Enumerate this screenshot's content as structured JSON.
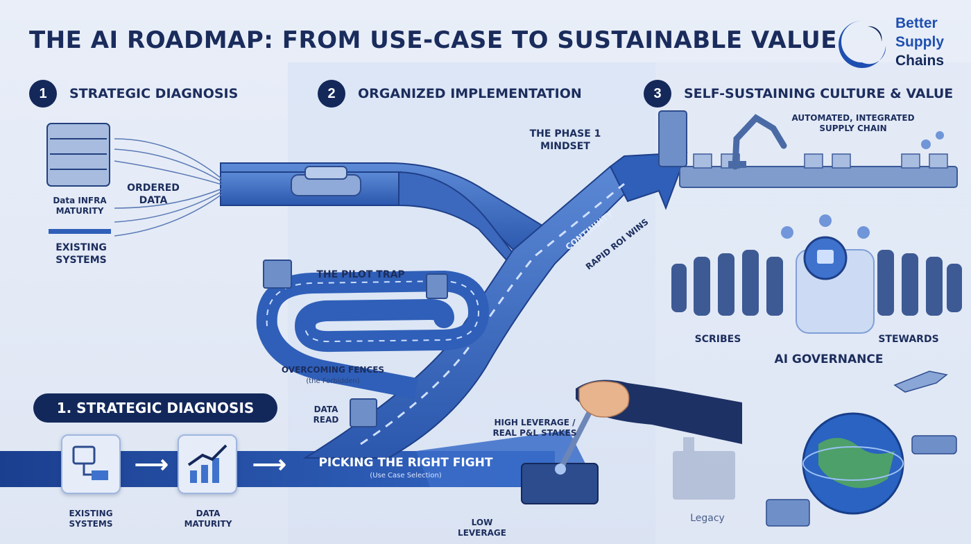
{
  "title": "THE AI ROADMAP: FROM USE-CASE TO SUSTAINABLE VALUE",
  "brand": {
    "line1": "Better",
    "line2": "Supply",
    "line3": "Chains"
  },
  "phases": [
    {
      "number": "1",
      "label": "STRATEGIC DIAGNOSIS"
    },
    {
      "number": "2",
      "label": "ORGANIZED IMPLEMENTATION"
    },
    {
      "number": "3",
      "label": "SELF-SUSTAINING CULTURE & VALUE"
    }
  ],
  "diagnosis": {
    "data_infra": "Data INFRA MATURITY",
    "ordered_data": "ORDERED DATA",
    "existing_systems": "EXISTING SYSTEMS"
  },
  "implementation": {
    "phase1_mindset": "THE PHASE 1 MINDSET",
    "continuity": "CONTINUITY",
    "rapid_roi": "RAPID ROI WINS",
    "pilot_trap": "THE PILOT TRAP",
    "overcoming_fences": "OVERCOMING FENCES",
    "overcoming_sub": "(the Forbidden)",
    "data_read": "DATA READ",
    "high_leverage": "HIGH LEVERAGE / REAL P&L STAKES",
    "picking_fight": "PICKING THE RIGHT FIGHT",
    "picking_sub": "(Use Case Selection)",
    "low_leverage": "LOW LEVERAGE"
  },
  "culture": {
    "supply_chain": "AUTOMATED, INTEGRATED SUPPLY CHAIN",
    "scribes": "SCRIBES",
    "stewards": "STEWARDS",
    "governance": "AI GOVERNANCE",
    "legacy": "Legacy"
  },
  "bottom": {
    "pill": "1. STRATEGIC DIAGNOSIS",
    "existing_systems": "EXISTING SYSTEMS",
    "data_maturity": "DATA MATURITY"
  },
  "colors": {
    "navy": "#13285a",
    "road": "#2f5fb8",
    "road_light": "#4f7fd0",
    "accent": "#1e4fb0"
  }
}
